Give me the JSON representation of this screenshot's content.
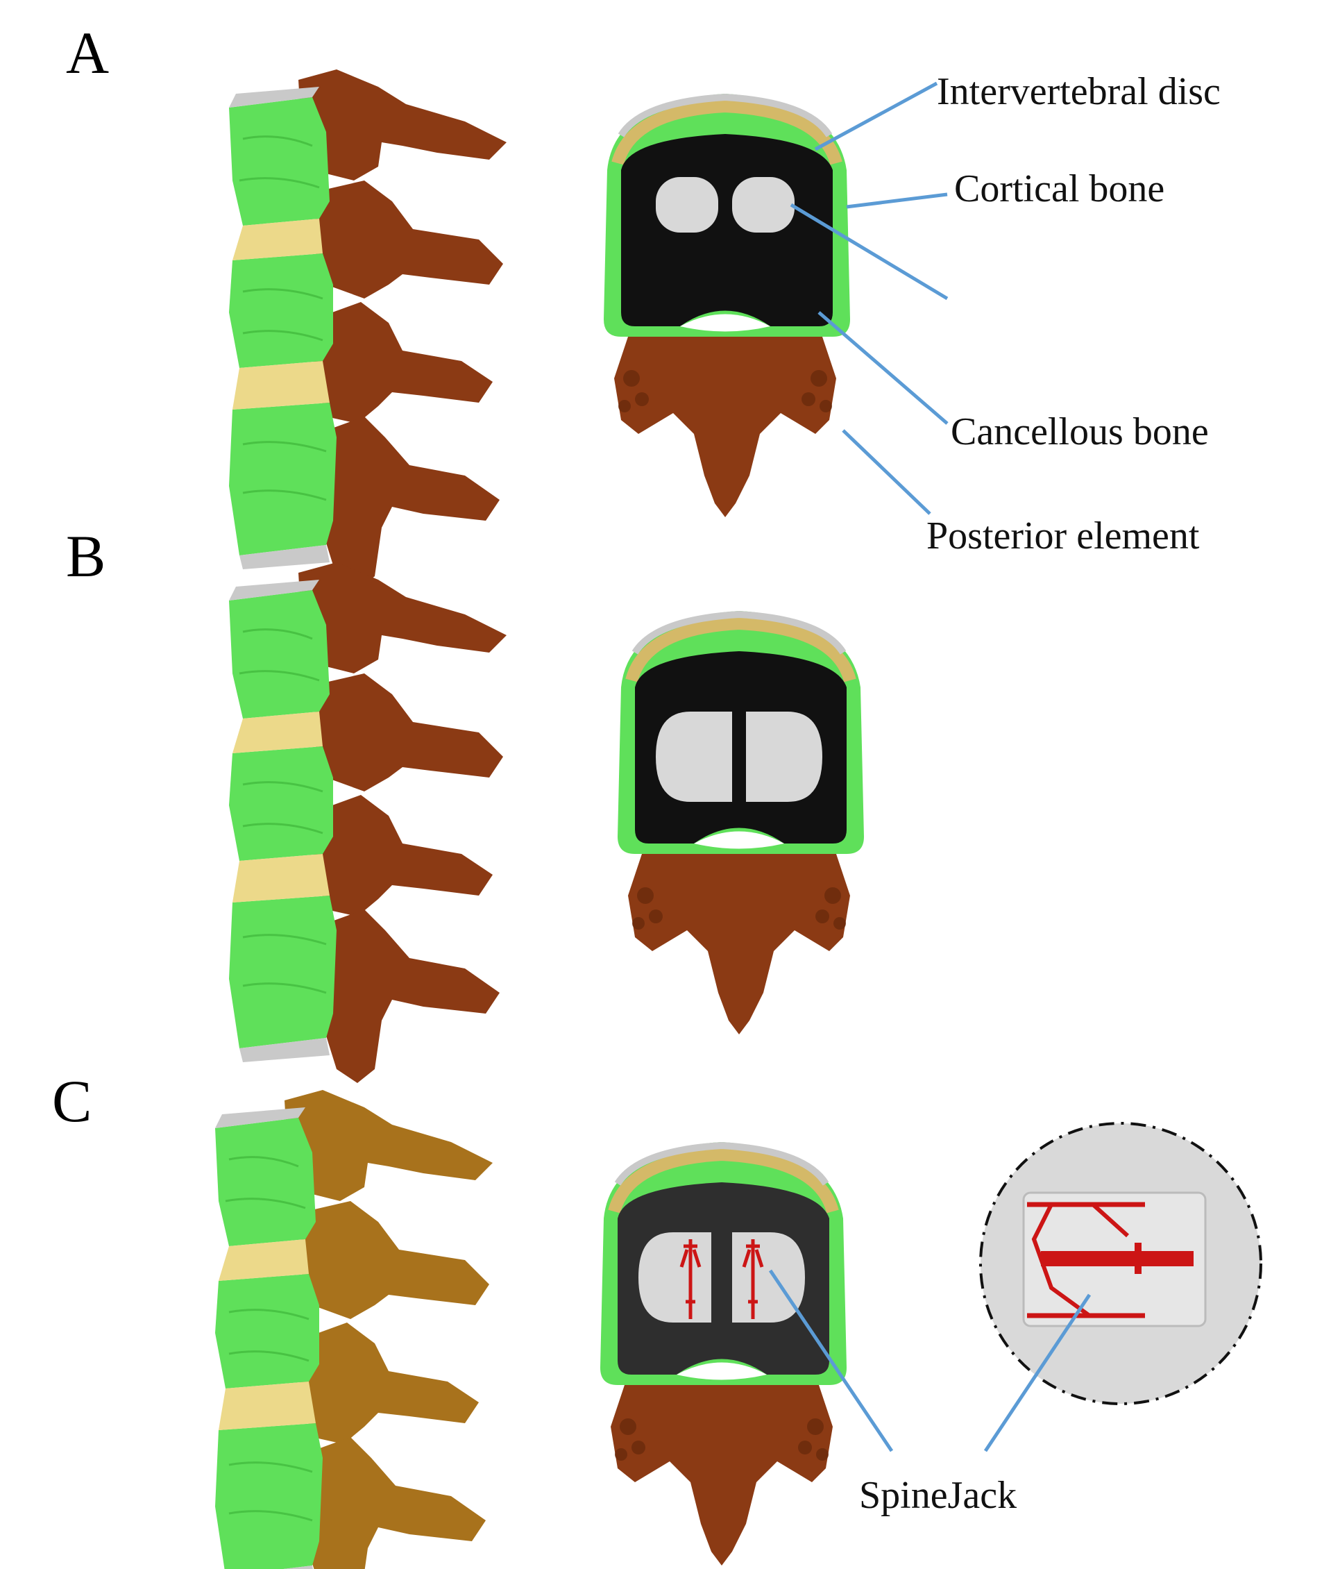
{
  "panels": [
    {
      "id": "A",
      "label": "A"
    },
    {
      "id": "B",
      "label": "B"
    },
    {
      "id": "C",
      "label": "C"
    }
  ],
  "callouts": {
    "intervertebral_disc": "Intervertebral disc",
    "cortical_bone": "Cortical bone",
    "cancellous_bone": "Cancellous bone",
    "posterior_element": "Posterior element",
    "spinejack": "SpineJack"
  },
  "colors": {
    "vertebral_body": "#5fe05a",
    "intervertebral_disc": "#ecd98a",
    "endplate": "#c9c9c9",
    "posterior_element": "#8b3a14",
    "posterior_element_C": "#a8721c",
    "cancellous_bone": "#111111",
    "cancellous_bone_C": "#2e2e2e",
    "cement": "#d8d8d8",
    "implant": "#cc1515",
    "leader_line": "#5b9bd5"
  }
}
